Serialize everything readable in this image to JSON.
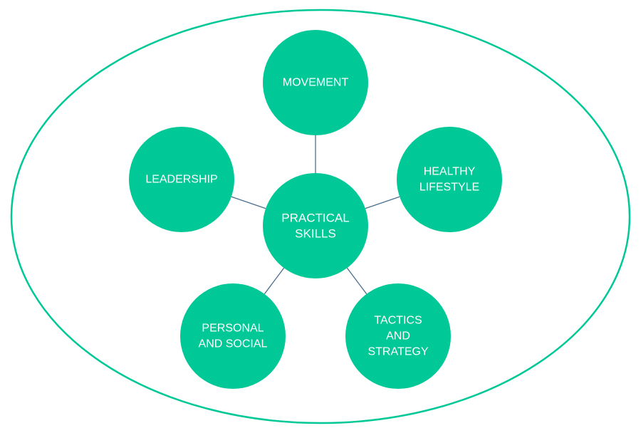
{
  "colors": {
    "node_fill": "#00c896",
    "outline": "#00c896",
    "connector": "#4a6e8f",
    "text": "#ffffff",
    "background": "#ffffff"
  },
  "center": {
    "id": "practical-skills",
    "lines": [
      "PRACTICAL",
      "SKILLS"
    ]
  },
  "nodes": [
    {
      "id": "movement",
      "lines": [
        "MOVEMENT"
      ]
    },
    {
      "id": "healthy-lifestyle",
      "lines": [
        "HEALTHY",
        "LIFESTYLE"
      ]
    },
    {
      "id": "tactics-and-strategy",
      "lines": [
        "TACTICS",
        "AND",
        "STRATEGY"
      ]
    },
    {
      "id": "personal-and-social",
      "lines": [
        "PERSONAL",
        "AND SOCIAL"
      ]
    },
    {
      "id": "leadership",
      "lines": [
        "LEADERSHIP"
      ]
    }
  ]
}
